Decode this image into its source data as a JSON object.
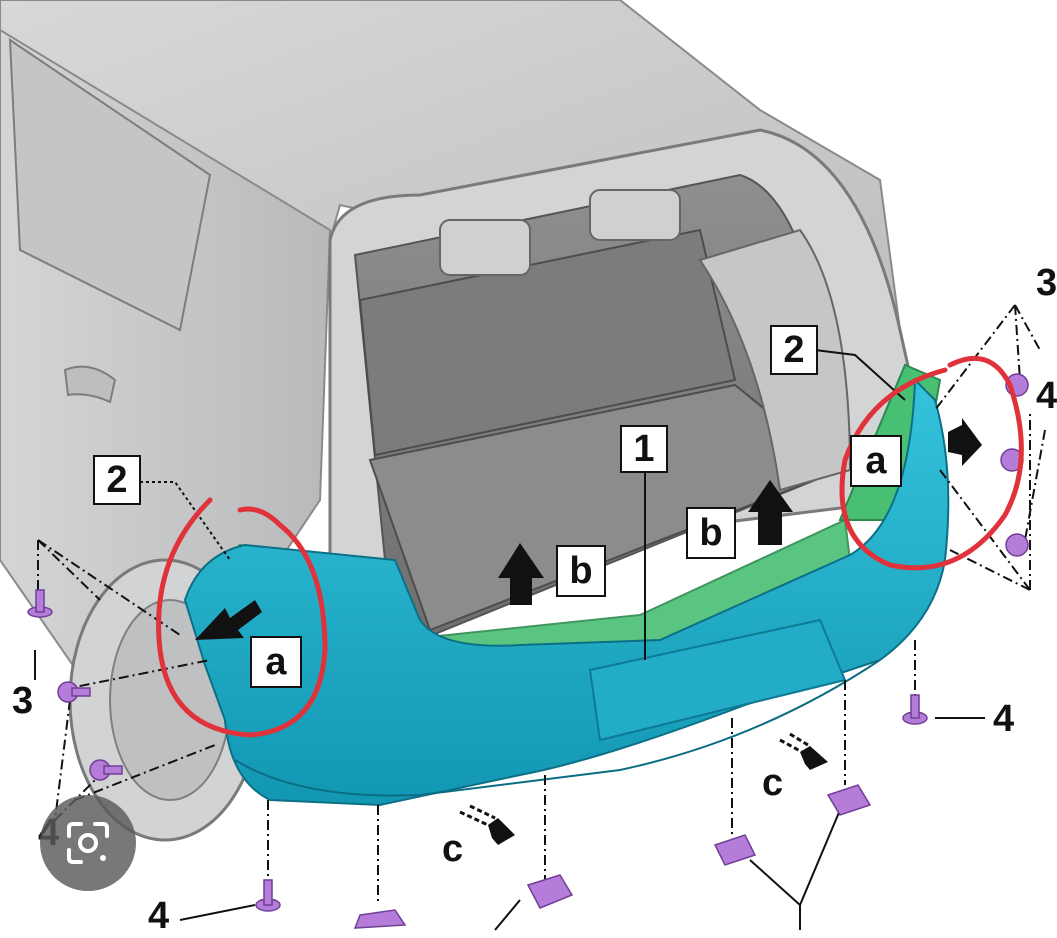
{
  "callouts": {
    "part_1": "1",
    "part_2_left": "2",
    "part_2_right": "2",
    "a_left": "a",
    "a_right": "a",
    "b_left": "b",
    "b_right": "b",
    "c_left": "c",
    "c_right": "c",
    "num_3_left": "3",
    "num_3_right": "3",
    "num_4_left_mid": "4",
    "num_4_left_bottom": "4",
    "num_4_right_mid": "4",
    "num_4_right_top": "4"
  },
  "colors": {
    "body_gray": "#c9cacb",
    "bumper_cyan": "#1fb4cf",
    "bracket_green": "#3fb76a",
    "clip_purple": "#b27ad6",
    "circle_red": "#e0323a",
    "arrow_black": "#111111",
    "lens_overlay": "#5a5a5a"
  },
  "icons": {
    "lens_button": "google-lens-icon"
  }
}
